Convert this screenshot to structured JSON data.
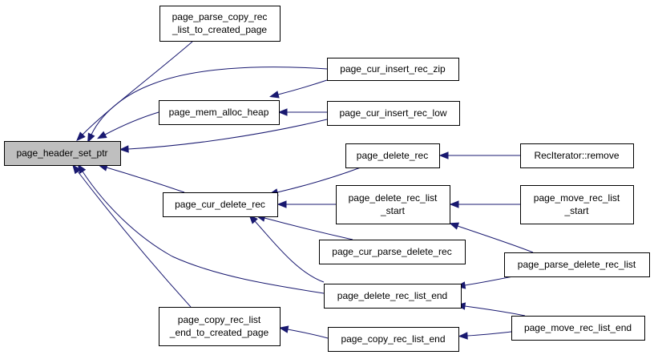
{
  "colors": {
    "edge": "#191970",
    "root_fill": "#bfbfbf",
    "node_fill": "#ffffff",
    "border": "#000000"
  },
  "nodes": {
    "header_set_ptr": [
      "page_header_set_ptr"
    ],
    "parse_copy": [
      "page_parse_copy_rec",
      "_list_to_created_page"
    ],
    "mem_alloc_heap": [
      "page_mem_alloc_heap"
    ],
    "cur_delete_rec": [
      "page_cur_delete_rec"
    ],
    "copy_rec_list_end_created": [
      "page_copy_rec_list",
      "_end_to_created_page"
    ],
    "insert_rec_zip": [
      "page_cur_insert_rec_zip"
    ],
    "insert_rec_low": [
      "page_cur_insert_rec_low"
    ],
    "delete_rec": [
      "page_delete_rec"
    ],
    "delete_rec_list_start": [
      "page_delete_rec_list",
      "_start"
    ],
    "cur_parse_delete_rec": [
      "page_cur_parse_delete_rec"
    ],
    "delete_rec_list_end": [
      "page_delete_rec_list_end"
    ],
    "copy_rec_list_end": [
      "page_copy_rec_list_end"
    ],
    "rec_iterator_remove": [
      "RecIterator::remove"
    ],
    "move_rec_list_start": [
      "page_move_rec_list",
      "_start"
    ],
    "parse_delete_rec_list": [
      "page_parse_delete_rec_list"
    ],
    "move_rec_list_end": [
      "page_move_rec_list_end"
    ]
  },
  "edges": [
    [
      "parse_copy",
      "header_set_ptr"
    ],
    [
      "insert_rec_zip",
      "header_set_ptr"
    ],
    [
      "mem_alloc_heap",
      "header_set_ptr"
    ],
    [
      "insert_rec_low",
      "header_set_ptr"
    ],
    [
      "cur_delete_rec",
      "header_set_ptr"
    ],
    [
      "delete_rec_list_end",
      "header_set_ptr"
    ],
    [
      "copy_rec_list_end_created",
      "header_set_ptr"
    ],
    [
      "insert_rec_zip",
      "mem_alloc_heap"
    ],
    [
      "insert_rec_low",
      "mem_alloc_heap"
    ],
    [
      "delete_rec",
      "cur_delete_rec"
    ],
    [
      "delete_rec_list_start",
      "cur_delete_rec"
    ],
    [
      "cur_parse_delete_rec",
      "cur_delete_rec"
    ],
    [
      "delete_rec_list_end",
      "cur_delete_rec"
    ],
    [
      "copy_rec_list_end",
      "copy_rec_list_end_created"
    ],
    [
      "rec_iterator_remove",
      "delete_rec"
    ],
    [
      "move_rec_list_start",
      "delete_rec_list_start"
    ],
    [
      "parse_delete_rec_list",
      "delete_rec_list_start"
    ],
    [
      "parse_delete_rec_list",
      "delete_rec_list_end"
    ],
    [
      "move_rec_list_end",
      "delete_rec_list_end"
    ],
    [
      "move_rec_list_end",
      "copy_rec_list_end"
    ]
  ]
}
